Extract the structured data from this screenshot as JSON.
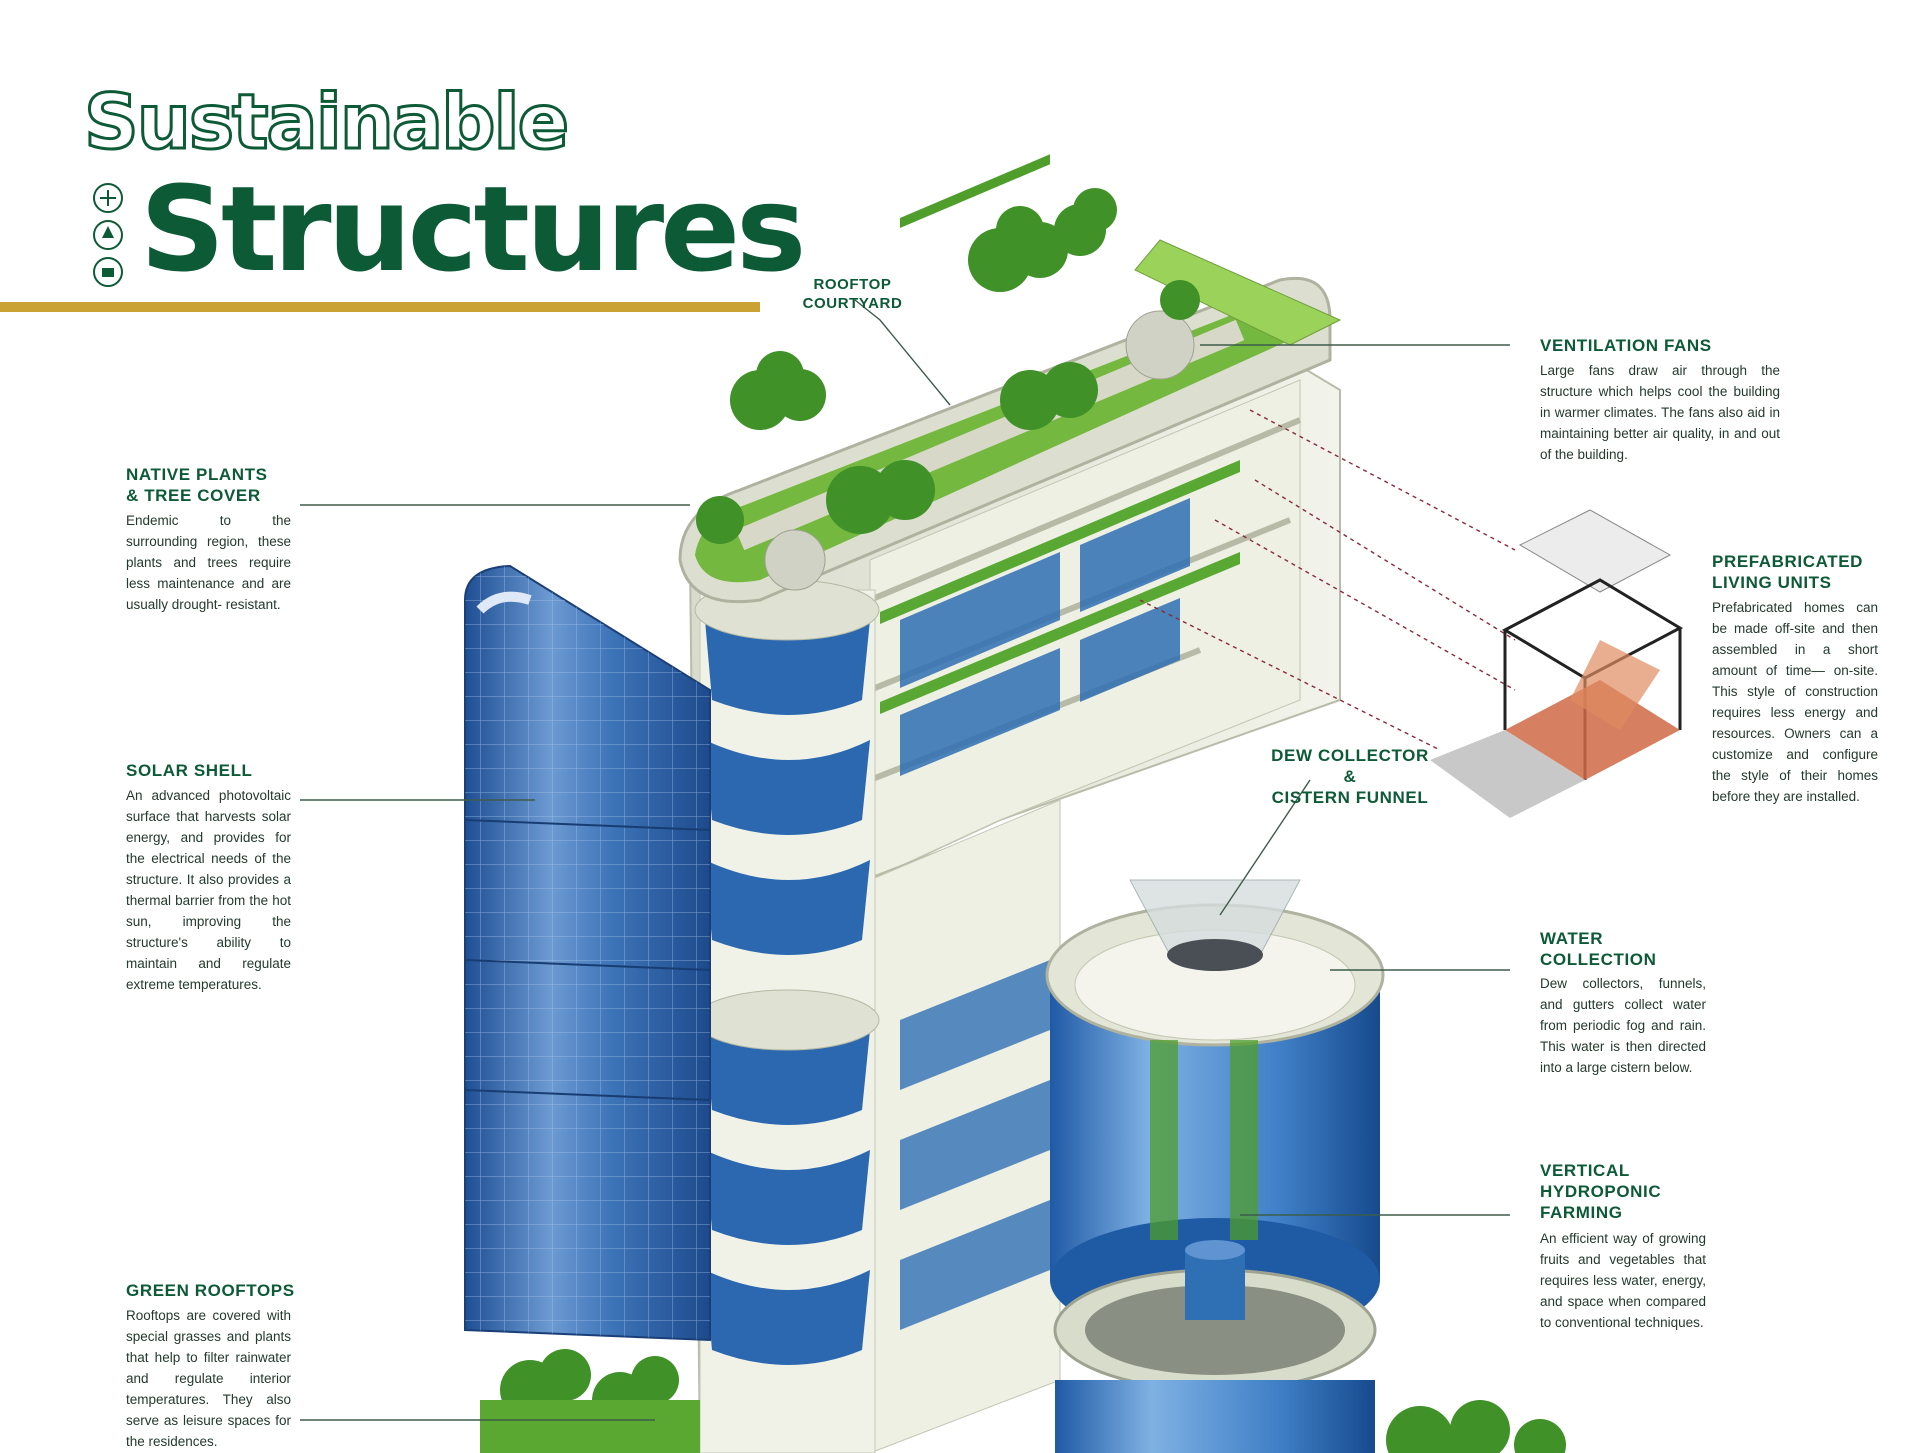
{
  "title": {
    "line1": "Sustainable",
    "line2": "Structures"
  },
  "colors": {
    "brand_green": "#0d5a36",
    "gold": "#c9a233",
    "glass_blue": "#2f6fb3",
    "leaf_green": "#5aa832",
    "concrete": "#e7e8dc"
  },
  "callouts": {
    "rooftop_courtyard": {
      "title": "ROOFTOP\nCOURTYARD"
    },
    "ventilation_fans": {
      "title": "VENTILATION FANS",
      "body": "Large fans draw air through the structure which helps cool the building in warmer climates. The fans also aid in maintaining better air quality, in and out of the building."
    },
    "native_plants": {
      "title": "NATIVE PLANTS\n& TREE COVER",
      "body": "Endemic to the surrounding region, these plants and trees require less maintenance and are usually drought- resistant."
    },
    "prefab_units": {
      "title": "PREFABRICATED\nLIVING UNITS",
      "body": "Prefabricated homes can be made off-site and then assembled in a short amount of time— on-site. This style of construction requires less energy and resources. Owners can a customize and configure the style of their homes before they are installed."
    },
    "solar_shell": {
      "title": "SOLAR SHELL",
      "body": "An advanced photovoltaic surface that harvests solar energy, and provides for the electrical needs of the structure. It also provides a thermal barrier from the hot sun, improving the structure's ability to maintain and regulate extreme temperatures."
    },
    "dew_collector": {
      "title": "DEW COLLECTOR\n&\nCISTERN FUNNEL"
    },
    "water_collection": {
      "title": "WATER\nCOLLECTION",
      "body": "Dew collectors, funnels, and gutters collect water from periodic fog and rain. This water is then directed into a large cistern below."
    },
    "vertical_farming": {
      "title": "VERTICAL\nHYDROPONIC\nFARMING",
      "body": "An efficient way of growing fruits and vegetables that requires less water, energy, and space when compared to conventional techniques."
    },
    "green_rooftops": {
      "title": "GREEN ROOFTOPS",
      "body": "Rooftops are covered with special grasses and plants that help to filter rainwater and regulate interior temperatures. They also serve as leisure spaces for the residences."
    }
  }
}
